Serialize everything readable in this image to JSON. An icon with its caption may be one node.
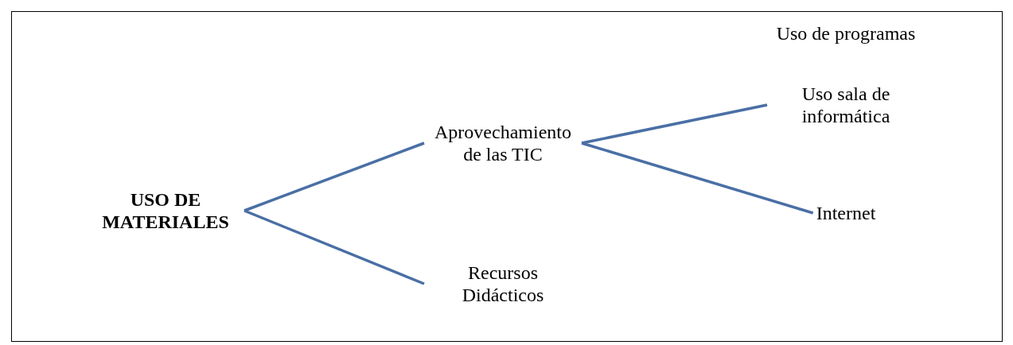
{
  "diagram": {
    "nodes": [
      {
        "text": [
          "USO DE MATERIALES"
        ]
      },
      {
        "text": [
          "Aprovechamiento de las TIC"
        ]
      },
      {
        "text": [
          "Recursos Didácticos"
        ]
      },
      {
        "text": [
          "Uso de programas"
        ]
      },
      {
        "text": [
          "Uso sala de informática"
        ]
      },
      {
        "text": [
          "Internet"
        ]
      }
    ],
    "edges": [
      {
        "from": 0,
        "to": 1,
        "arrow": "none"
      },
      {
        "from": 0,
        "to": 2,
        "arrow": "none"
      },
      {
        "from": 1,
        "to": 4,
        "arrow": "none"
      },
      {
        "from": 1,
        "to": 5,
        "arrow": "none"
      }
    ]
  }
}
